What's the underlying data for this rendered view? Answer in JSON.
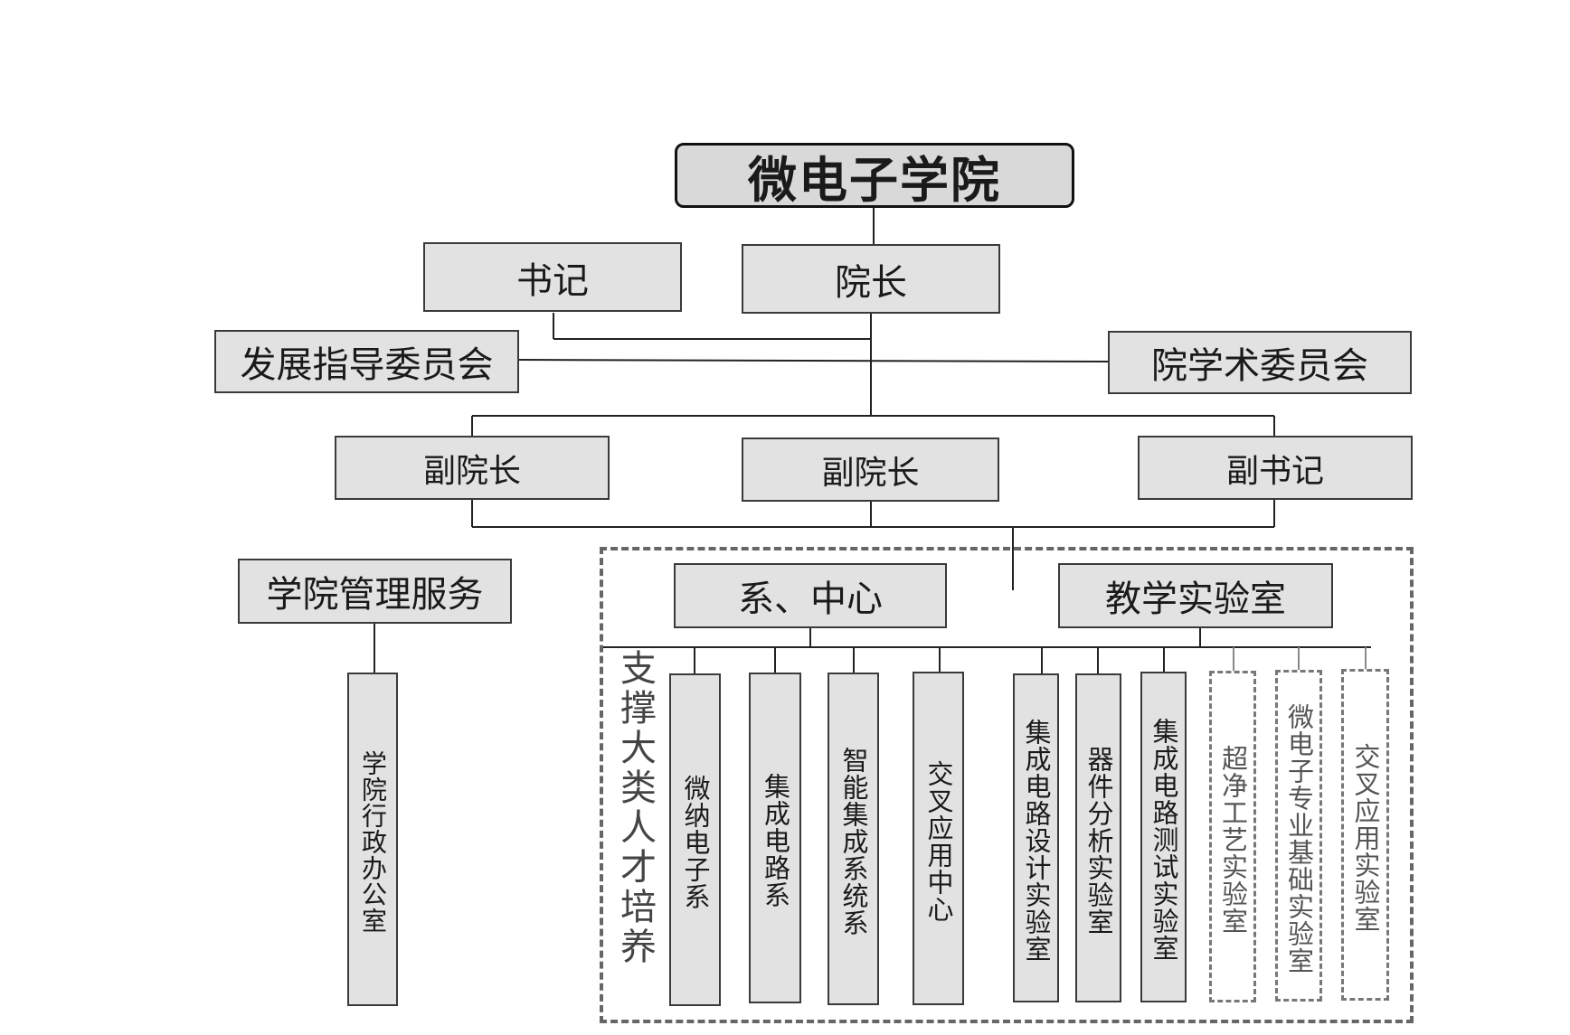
{
  "title": "微电子学院",
  "leaders": {
    "secretary": "书记",
    "dean": "院长"
  },
  "committees": {
    "development": "发展指导委员会",
    "academic": "院学术委员会"
  },
  "deputies": [
    "副院长",
    "副院长",
    "副书记"
  ],
  "admin": {
    "group": "学院管理服务",
    "office": "学院行政办公室"
  },
  "support": {
    "label": "支撑大类人才培养",
    "groups": {
      "departments": "系、中心",
      "labs": "教学实验室"
    },
    "units": [
      "微纳电子系",
      "集成电路系",
      "智能集成系统系",
      "交叉应用中心",
      "集成电路设计实验室",
      "器件分析实验室",
      "集成电路测试实验室"
    ],
    "planned_units": [
      "超净工艺实验室",
      "微电子专业基础实验室",
      "交叉应用实验室"
    ]
  }
}
